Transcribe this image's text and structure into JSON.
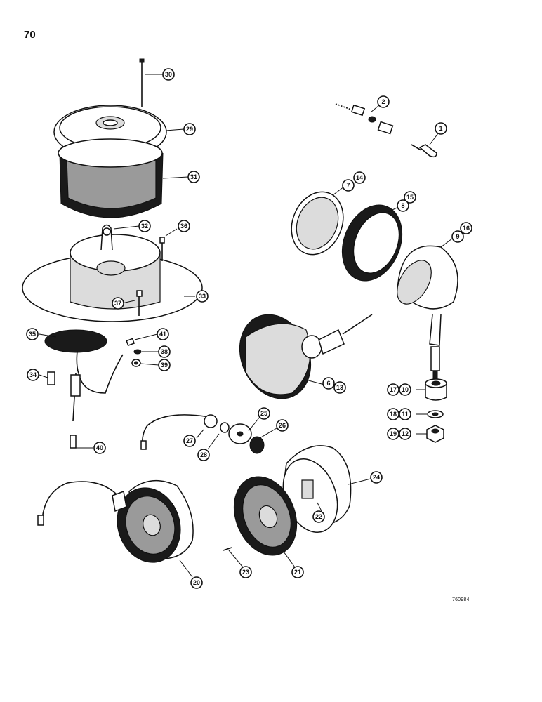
{
  "page": {
    "number": "70",
    "figure_code": "760984"
  },
  "callouts": [
    {
      "id": "c30",
      "label": "30"
    },
    {
      "id": "c29",
      "label": "29"
    },
    {
      "id": "c31",
      "label": "31"
    },
    {
      "id": "c32",
      "label": "32"
    },
    {
      "id": "c36",
      "label": "36"
    },
    {
      "id": "c33",
      "label": "33"
    },
    {
      "id": "c37",
      "label": "37"
    },
    {
      "id": "c35",
      "label": "35"
    },
    {
      "id": "c41",
      "label": "41"
    },
    {
      "id": "c38",
      "label": "38"
    },
    {
      "id": "c39",
      "label": "39"
    },
    {
      "id": "c34",
      "label": "34"
    },
    {
      "id": "c40",
      "label": "40"
    },
    {
      "id": "c2",
      "label": "2"
    },
    {
      "id": "c1",
      "label": "1"
    },
    {
      "id": "c14",
      "label": "14"
    },
    {
      "id": "c7",
      "label": "7"
    },
    {
      "id": "c15",
      "label": "15"
    },
    {
      "id": "c8",
      "label": "8"
    },
    {
      "id": "c16",
      "label": "16"
    },
    {
      "id": "c9",
      "label": "9"
    },
    {
      "id": "c6",
      "label": "6"
    },
    {
      "id": "c13",
      "label": "13"
    },
    {
      "id": "c17",
      "label": "17"
    },
    {
      "id": "c10",
      "label": "10"
    },
    {
      "id": "c18",
      "label": "18"
    },
    {
      "id": "c11",
      "label": "11"
    },
    {
      "id": "c19",
      "label": "19"
    },
    {
      "id": "c12",
      "label": "12"
    },
    {
      "id": "c25",
      "label": "25"
    },
    {
      "id": "c26",
      "label": "26"
    },
    {
      "id": "c27",
      "label": "27"
    },
    {
      "id": "c28",
      "label": "28"
    },
    {
      "id": "c24",
      "label": "24"
    },
    {
      "id": "c22",
      "label": "22"
    },
    {
      "id": "c20",
      "label": "20"
    },
    {
      "id": "c23",
      "label": "23"
    },
    {
      "id": "c21",
      "label": "21"
    }
  ]
}
